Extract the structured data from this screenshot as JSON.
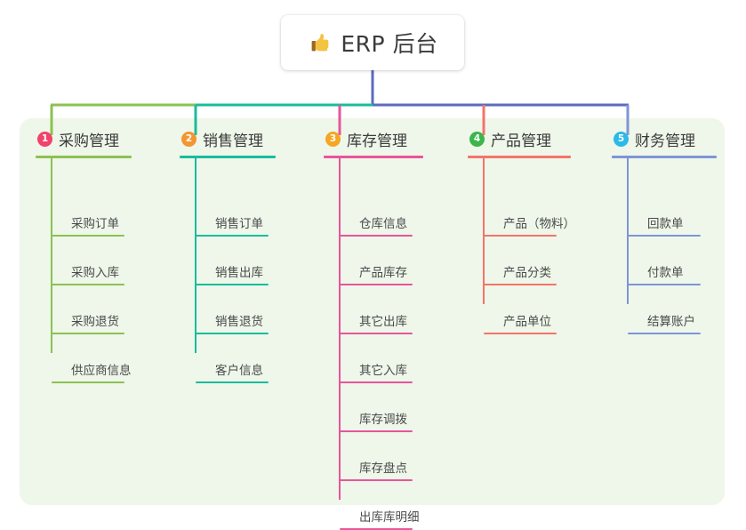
{
  "diagram": {
    "title": "ERP 后台",
    "title_icon": "thumbs-up-icon",
    "panel_color": "#eef7ea",
    "trunk_color": "#5b6bc0",
    "branches": [
      {
        "number": "1",
        "title": "采购管理",
        "badge_color": "#f2426b",
        "line_color": "#8cc152",
        "items": [
          "采购订单",
          "采购入库",
          "采购退货",
          "供应商信息"
        ]
      },
      {
        "number": "2",
        "title": "销售管理",
        "badge_color": "#f2962f",
        "line_color": "#1abc9c",
        "items": [
          "销售订单",
          "销售出库",
          "销售退货",
          "客户信息"
        ]
      },
      {
        "number": "3",
        "title": "库存管理",
        "badge_color": "#f5a623",
        "line_color": "#e8559b",
        "items": [
          "仓库信息",
          "产品库存",
          "其它出库",
          "其它入库",
          "库存调拨",
          "库存盘点",
          "出库库明细"
        ]
      },
      {
        "number": "4",
        "title": "产品管理",
        "badge_color": "#3cb54a",
        "line_color": "#f4746a",
        "items": [
          "产品（物料）",
          "产品分类",
          "产品单位"
        ]
      },
      {
        "number": "5",
        "title": "财务管理",
        "badge_color": "#2bb9e8",
        "line_color": "#7e95d6",
        "items": [
          "回款单",
          "付款单",
          "结算账户"
        ]
      }
    ]
  }
}
